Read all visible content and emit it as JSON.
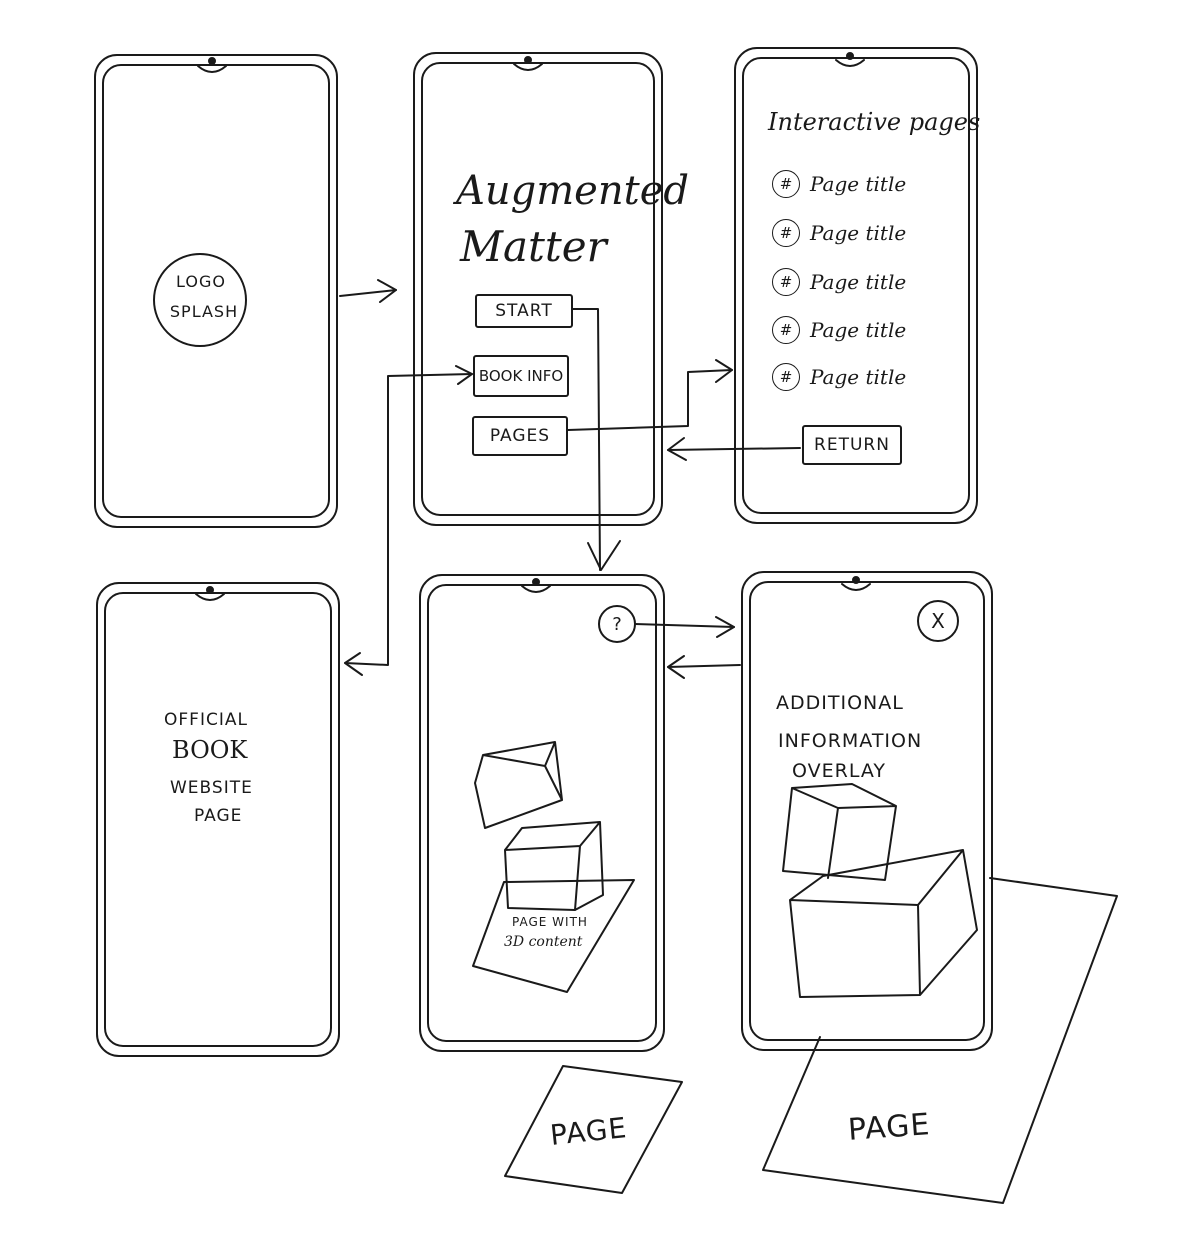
{
  "splash": {
    "logo_line1": "LOGO",
    "logo_line2": "SPLASH"
  },
  "home": {
    "title_line1": "Augmented",
    "title_line2": "Matter",
    "start_label": "START",
    "book_info_label": "BOOK INFO",
    "pages_label": "PAGES"
  },
  "pages_list": {
    "title": "Interactive pages",
    "hash_symbol": "#",
    "items": [
      {
        "label": "Page title"
      },
      {
        "label": "Page title"
      },
      {
        "label": "Page title"
      },
      {
        "label": "Page title"
      },
      {
        "label": "Page title"
      }
    ],
    "return_label": "RETURN"
  },
  "website": {
    "line1": "OFFICIAL",
    "line2": "BOOK",
    "line3": "WEBSITE",
    "line4": "PAGE"
  },
  "ar_view": {
    "help_symbol": "?",
    "page_label_line1": "PAGE WITH",
    "page_label_line2": "3D content"
  },
  "overlay_view": {
    "close_symbol": "X",
    "line1": "ADDITIONAL",
    "line2": "INFORMATION",
    "line3": "OVERLAY"
  },
  "physical_pages": {
    "left_label": "PAGE",
    "right_label": "PAGE"
  },
  "colors": {
    "ink": "#1a1a1a",
    "paper": "#ffffff"
  }
}
